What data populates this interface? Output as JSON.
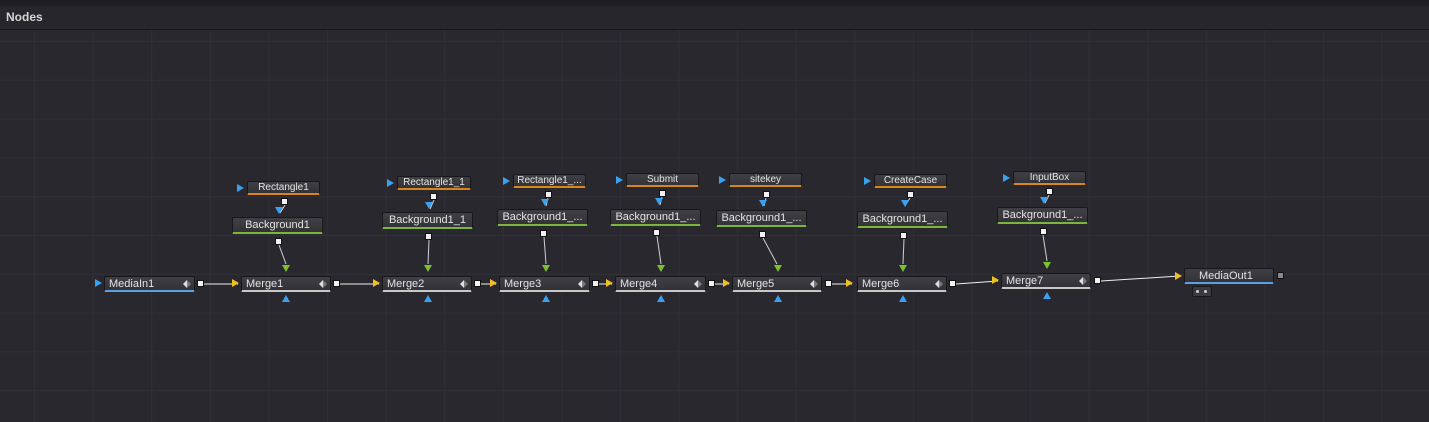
{
  "panel": {
    "title": "Nodes"
  },
  "nodes": {
    "mediain": "MediaIn1",
    "mediaout": "MediaOut1",
    "merges": [
      "Merge1",
      "Merge2",
      "Merge3",
      "Merge4",
      "Merge5",
      "Merge6",
      "Merge7"
    ],
    "backgrounds": [
      "Background1",
      "Background1_1",
      "Background1_...",
      "Background1_...",
      "Background1_...",
      "Background1_...",
      "Background1_..."
    ],
    "masks": [
      "Rectangle1",
      "Rectangle1_1",
      "Rectangle1_...",
      "Submit",
      "sitekey",
      "CreateCase",
      "InputBox"
    ]
  },
  "colors": {
    "mask_bar": "#d8861a",
    "background_bar": "#7ab63a",
    "mediaio_bar": "#5aa0e0",
    "main_wire": "#ffffff",
    "mask_wire": "#e0e0e0"
  }
}
